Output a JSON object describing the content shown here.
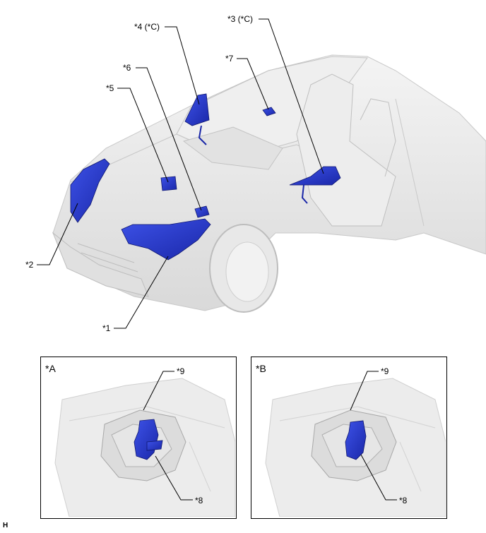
{
  "callouts": {
    "c1": "*1",
    "c2": "*2",
    "c3": "*3 (*C)",
    "c4": "*4 (*C)",
    "c5": "*5",
    "c6": "*6",
    "c7": "*7"
  },
  "panel_a": {
    "tag": "*A",
    "c9": "*9",
    "c8": "*8"
  },
  "panel_b": {
    "tag": "*B",
    "c9": "*9",
    "c8": "*8"
  },
  "footer_mark": "H",
  "colors": {
    "part": "#2233cc",
    "part_dark": "#14208a",
    "body": "#e6e6e6",
    "outline": "#bdbdbd"
  }
}
